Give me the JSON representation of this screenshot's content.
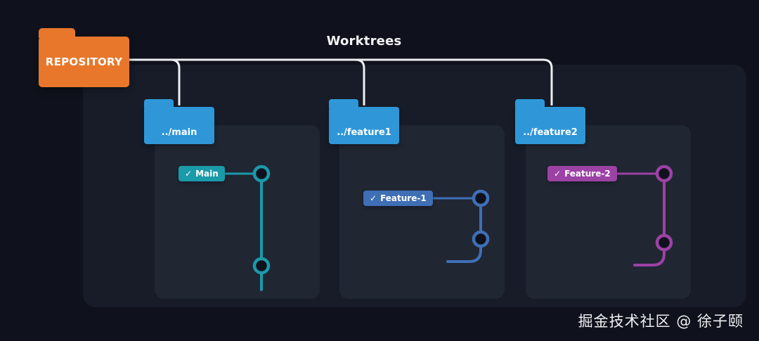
{
  "page": {
    "title": "Worktrees",
    "watermark": "掘金技术社区 @ 徐子颐",
    "background": "#0f121c",
    "container_color": "#171c28",
    "panel_color": "#212633",
    "connector_color": "#eceef2"
  },
  "repository": {
    "label": "REPOSITORY",
    "color": "#e8772b"
  },
  "worktrees": [
    {
      "folder_label": "../main",
      "branch_label": "Main",
      "check_icon": "✓",
      "color": "#1b9aaa",
      "folder_color": "#2f97d8",
      "commit_count": 2
    },
    {
      "folder_label": "../feature1",
      "branch_label": "Feature-1",
      "check_icon": "✓",
      "color": "#3f6fb5",
      "folder_color": "#2f97d8",
      "commit_count": 2
    },
    {
      "folder_label": "../feature2",
      "branch_label": "Feature-2",
      "check_icon": "✓",
      "color": "#9c42a5",
      "folder_color": "#2f97d8",
      "commit_count": 2
    }
  ]
}
